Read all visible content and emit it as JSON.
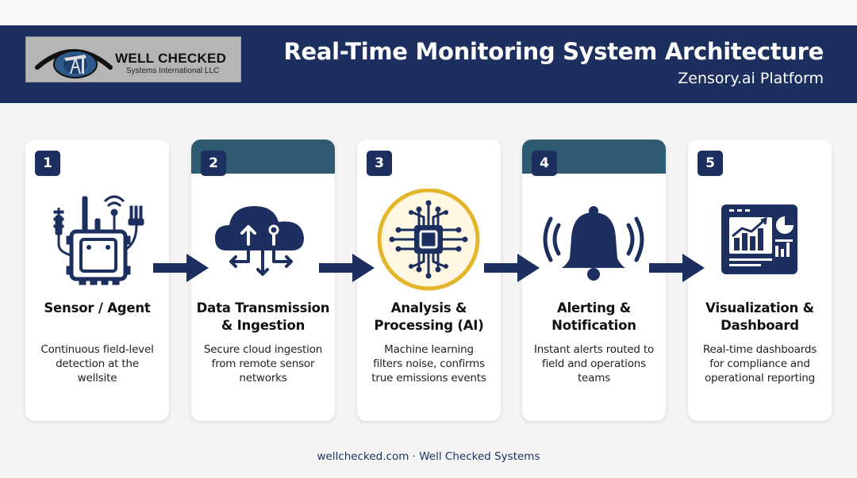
{
  "header": {
    "title": "Real-Time Monitoring System Architecture",
    "subtitle": "Zensory.ai Platform"
  },
  "logo": {
    "name": "WELL CHECKED",
    "tagline": "Systems International LLC"
  },
  "steps": [
    {
      "number": "1",
      "title_line1": "Sensor / Agent",
      "title_line2": "",
      "desc_line1": "Continuous field-level",
      "desc_line2": "detection at the",
      "desc_line3": "wellsite",
      "icon": "sensor-device-icon",
      "banded": false
    },
    {
      "number": "2",
      "title_line1": "Data Transmission",
      "title_line2": "& Ingestion",
      "desc_line1": "Secure cloud ingestion",
      "desc_line2": "from remote sensor",
      "desc_line3": "networks",
      "icon": "cloud-network-icon",
      "banded": true
    },
    {
      "number": "3",
      "title_line1": "Analysis &",
      "title_line2": "Processing (AI)",
      "desc_line1": "Machine learning",
      "desc_line2": "filters noise, confirms",
      "desc_line3": "true emissions events",
      "icon": "ai-chip-icon",
      "banded": false
    },
    {
      "number": "4",
      "title_line1": "Alerting &",
      "title_line2": "Notification",
      "desc_line1": "Instant alerts routed to",
      "desc_line2": "field and operations",
      "desc_line3": "teams",
      "icon": "alert-bell-icon",
      "banded": true
    },
    {
      "number": "5",
      "title_line1": "Visualization &",
      "title_line2": "Dashboard",
      "desc_line1": "Real-time dashboards",
      "desc_line2": "for compliance and",
      "desc_line3": "operational reporting",
      "icon": "dashboard-icon",
      "banded": false
    }
  ],
  "footer": {
    "text": "wellchecked.com · Well Checked Systems"
  },
  "colors": {
    "navy": "#1c2f5e",
    "teal_band": "#2e5a72",
    "gold_ring": "#e3b52a",
    "background": "#f4f4f4"
  }
}
